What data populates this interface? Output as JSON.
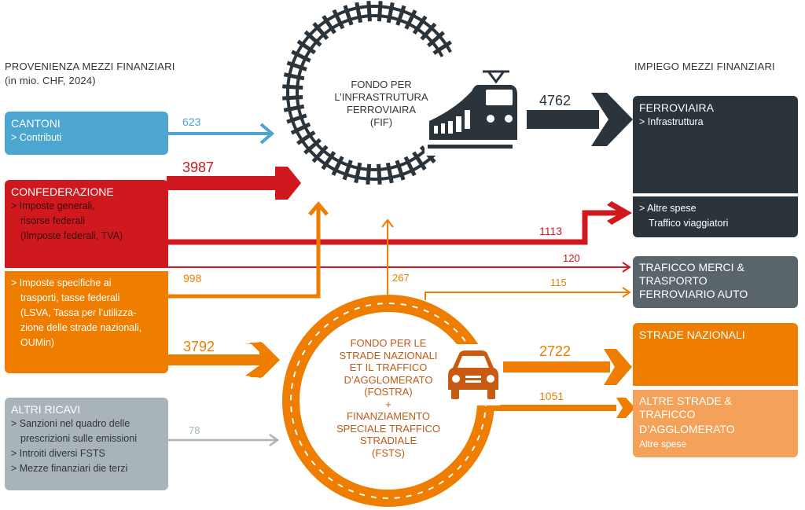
{
  "headers": {
    "left_title": "PROVENIENZA MEZZI FINANZIARI",
    "left_subtitle": "(in mio. CHF, 2024)",
    "right_title": "IMPIEGO MEZZI FINANZIARI"
  },
  "colors": {
    "cantoni": "#4ca6cf",
    "confederazione": "#d0181f",
    "orange": "#ee7d00",
    "light_orange": "#f4a259",
    "grey": "#a9b3ba",
    "dark": "#2b333b",
    "merci": "#5a646b",
    "text_dark": "#2f353a",
    "fostra_text": "#c05a1a"
  },
  "sources": {
    "cantoni": {
      "title": "CANTONI",
      "lines": [
        "> Contributi"
      ]
    },
    "confederazione": {
      "title": "CONFEDERAZIONE",
      "lines": [
        "> Imposte generali,",
        "risorse federali",
        "(Ilmposte federali, TVA)"
      ]
    },
    "specifiche": {
      "lines": [
        "> Imposte specifiche ai",
        "trasporti, tasse federali",
        "(LSVA, Tassa per l’utilizza-",
        "zione delle strade nazionali,",
        "OUMin)"
      ]
    },
    "altri": {
      "title": "ALTRI RICAVI",
      "lines": [
        "> Sanzioni nel quadro delle",
        "prescrizioni sulle emissioni",
        "> Introiti diversi FSTS",
        "> Mezze finanziari die terzi"
      ]
    }
  },
  "funds": {
    "fif": [
      "FONDO PER",
      "L’INFRASTRUTURA",
      "FERROVIAIRA",
      "(FIF)"
    ],
    "fostra": [
      "FONDO PER LE",
      "STRADE NAZIONALI",
      "ET IL TRAFFICO",
      "D’AGGLOMERATO",
      "(FOSTRA)",
      "+",
      "FINANZIAMENTO",
      "SPECIALE TRAFFICO",
      "STRADIALE",
      "(FSTS)"
    ]
  },
  "uses": {
    "ferroviaira": {
      "title": "FERROVIAIRA",
      "lines": [
        "> Infrastruttura"
      ]
    },
    "altre_spese": {
      "lines": [
        "> Altre spese",
        "Traffico viaggiatori"
      ]
    },
    "merci": {
      "lines": [
        "TRAFICCO MERCI &",
        "TRASPORTO",
        "FERROVIARIO AUTO"
      ]
    },
    "strade_nazionali": {
      "title": "STRADE NAZIONALI"
    },
    "altre_strade": {
      "lines": [
        "ALTRE STRADE &",
        "TRAFICCO",
        "D’AGGLOMERATO"
      ],
      "sub": "Altre spese"
    }
  },
  "flows": {
    "cantoni_fif": "623",
    "confed_fif": "3987",
    "confed_viaggiatori": "1113",
    "confed_merci": "120",
    "specifiche_fif": "998",
    "fostra_fif": "267",
    "fostra_merci": "115",
    "specifiche_fostra": "3792",
    "altri_fostra": "78",
    "fif_ferroviaira": "4762",
    "fostra_strade_nazionali": "2722",
    "fostra_altre_strade": "1051"
  }
}
